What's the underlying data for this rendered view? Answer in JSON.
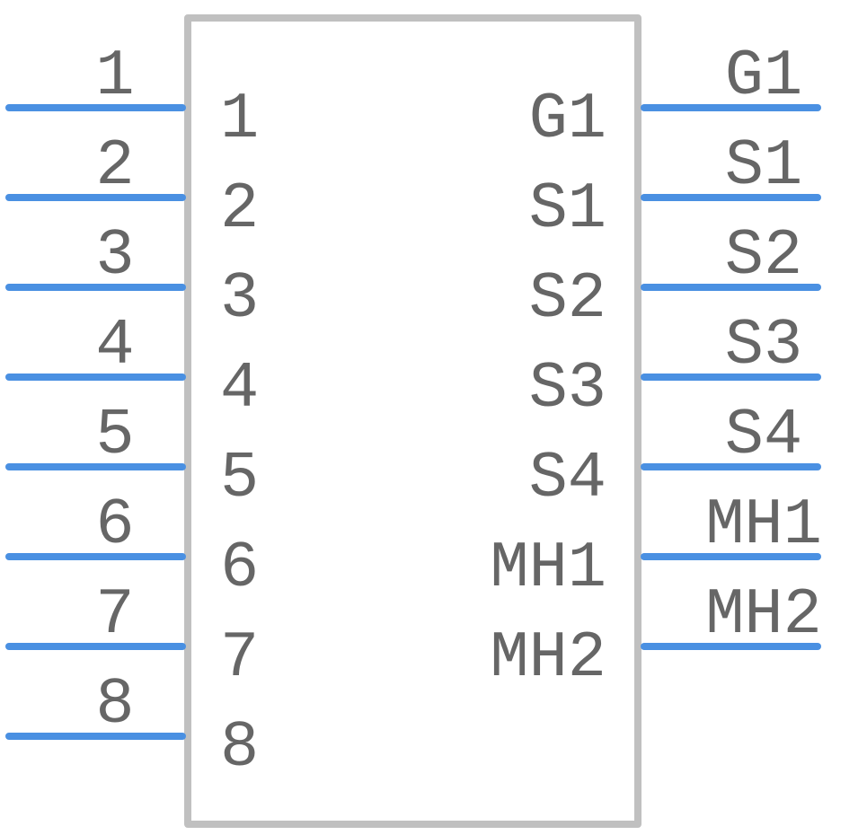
{
  "colors": {
    "body_outline": "#c0c0c0",
    "pin_line": "#4a90e2",
    "text": "#666666",
    "background": "#ffffff"
  },
  "left_pins": [
    {
      "number": "1",
      "name": "1"
    },
    {
      "number": "2",
      "name": "2"
    },
    {
      "number": "3",
      "name": "3"
    },
    {
      "number": "4",
      "name": "4"
    },
    {
      "number": "5",
      "name": "5"
    },
    {
      "number": "6",
      "name": "6"
    },
    {
      "number": "7",
      "name": "7"
    },
    {
      "number": "8",
      "name": "8"
    }
  ],
  "right_pins": [
    {
      "number": "G1",
      "name": "G1"
    },
    {
      "number": "S1",
      "name": "S1"
    },
    {
      "number": "S2",
      "name": "S2"
    },
    {
      "number": "S3",
      "name": "S3"
    },
    {
      "number": "S4",
      "name": "S4"
    },
    {
      "number": "MH1",
      "name": "MH1"
    },
    {
      "number": "MH2",
      "name": "MH2"
    }
  ]
}
